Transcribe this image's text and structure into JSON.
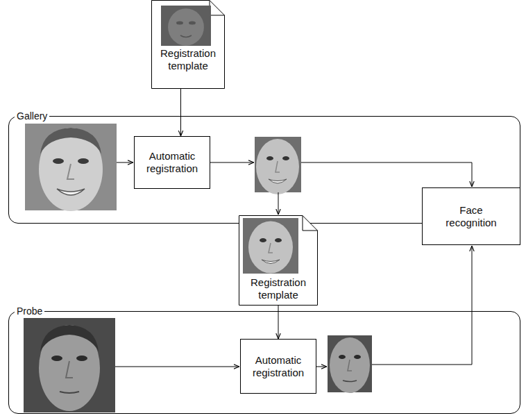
{
  "diagram": {
    "nodes": [
      {
        "text": [
          "Registration template"
        ]
      },
      {
        "text": [
          "Gallery"
        ]
      },
      {
        "text": [
          "Automatic registration"
        ],
        "in": 1
      },
      {
        "text": [
          "Registration template"
        ]
      },
      {
        "text": [
          "Face recognition"
        ]
      },
      {
        "text": [
          "Probe"
        ]
      },
      {
        "text": [
          "Automatic registration"
        ],
        "in": 5
      }
    ],
    "edges": [
      {
        "from": 0,
        "to": 2,
        "arrow": "to"
      },
      {
        "from": 3,
        "to": 6,
        "arrow": "to"
      }
    ]
  }
}
